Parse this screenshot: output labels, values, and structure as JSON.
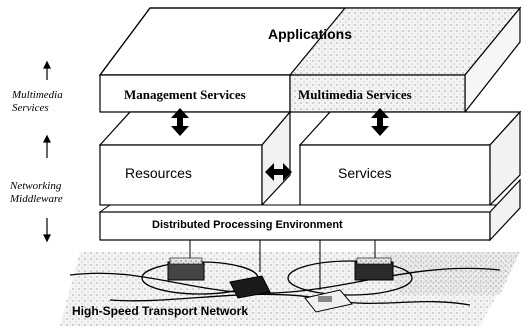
{
  "diagram": {
    "applications_label": "Applications",
    "management_services_label": "Management Services",
    "multimedia_services_label": "Multimedia Services",
    "resources_label": "Resources",
    "services_label": "Services",
    "dpe_label": "Distributed Processing Environment",
    "network_label": "High-Speed Transport Network",
    "side_multimedia": [
      "Multimedia",
      "Services"
    ],
    "side_networking": [
      "Networking",
      "Middleware"
    ]
  }
}
